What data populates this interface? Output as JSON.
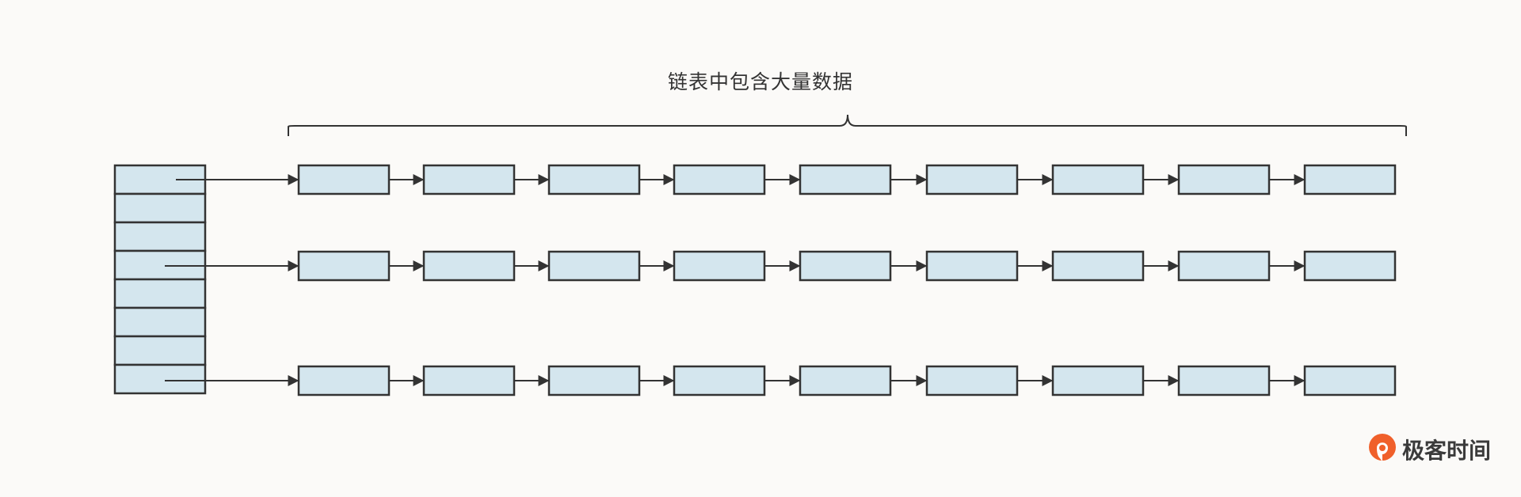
{
  "diagram": {
    "caption": "链表中包含大量数据",
    "bucket_count": 8,
    "chains": [
      {
        "bucket_index": 0,
        "node_count": 9
      },
      {
        "bucket_index": 3,
        "node_count": 9
      },
      {
        "bucket_index": 7,
        "node_count": 9
      }
    ],
    "colors": {
      "node_fill": "#d4e6ee",
      "stroke": "#333333",
      "background": "#fbfaf8"
    }
  },
  "brand": {
    "name": "极客时间",
    "logo_color": "#f0602b"
  }
}
